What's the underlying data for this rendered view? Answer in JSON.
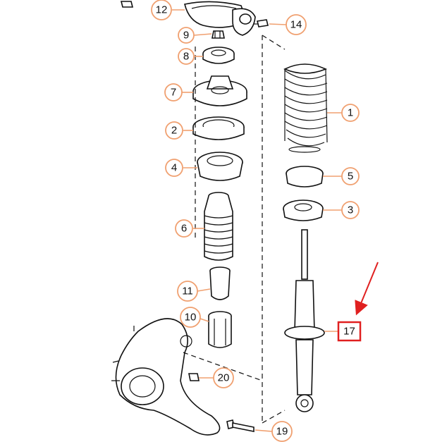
{
  "callouts": [
    {
      "id": "12",
      "label": "12"
    },
    {
      "id": "14",
      "label": "14"
    },
    {
      "id": "9",
      "label": "9"
    },
    {
      "id": "8",
      "label": "8"
    },
    {
      "id": "7",
      "label": "7"
    },
    {
      "id": "1",
      "label": "1"
    },
    {
      "id": "2",
      "label": "2"
    },
    {
      "id": "4",
      "label": "4"
    },
    {
      "id": "5",
      "label": "5"
    },
    {
      "id": "3",
      "label": "3"
    },
    {
      "id": "6",
      "label": "6"
    },
    {
      "id": "11",
      "label": "11"
    },
    {
      "id": "10",
      "label": "10"
    },
    {
      "id": "20",
      "label": "20"
    },
    {
      "id": "19",
      "label": "19"
    }
  ],
  "highlight": {
    "label": "17",
    "color": "#e02020"
  },
  "colors": {
    "callout_outline": "#f0a070",
    "linework": "#111111",
    "arrow": "#e02020"
  }
}
